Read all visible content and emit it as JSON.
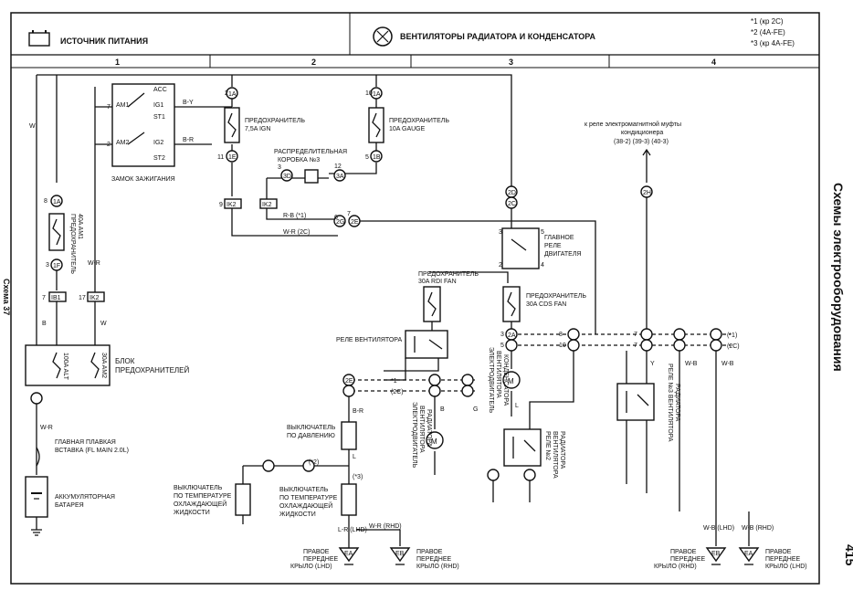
{
  "header": {
    "power_source": "ИСТОЧНИК ПИТАНИЯ",
    "title": "ВЕНТИЛЯТОРЫ РАДИАТОРА И КОНДЕНСАТОРА",
    "notes": [
      "*1 (кр 2C)",
      "*2 (4A-FE)",
      "*3 (кр 4A-FE)"
    ]
  },
  "columns": [
    "1",
    "2",
    "3",
    "4"
  ],
  "side": {
    "section": "Схемы электрооборудования",
    "scheme": "Схема 37",
    "page": "415"
  },
  "components": {
    "ignition_switch": "ЗАМОК ЗАЖИГАНИЯ",
    "ign_terminals": [
      "ACC",
      "IG1",
      "ST1",
      "IG2",
      "ST2",
      "AM1",
      "AM2"
    ],
    "fuse_ign": [
      "ПРЕДОХРАНИТЕЛЬ",
      "7,5A IGN"
    ],
    "fuse_gauge": [
      "ПРЕДОХРАНИТЕЛЬ",
      "10A GAUGE"
    ],
    "fuse_am1": [
      "ПРЕДОХРАНИТЕЛЬ",
      "40A AM1"
    ],
    "junction_box": [
      "РАСПРЕДЕЛИТЕЛЬНАЯ",
      "КОРОБКА №3"
    ],
    "fuse_block": [
      "БЛОК",
      "ПРЕДОХРАНИТЕЛЕЙ"
    ],
    "fuse_alt": "100A ALT",
    "fuse_am2": "30A AM2",
    "main_fuse": [
      "ГЛАВНАЯ ПЛАВКАЯ",
      "ВСТАВКА (FL MAIN 2.0L)"
    ],
    "battery": [
      "АККУМУЛЯТОРНАЯ",
      "БАТАРЕЯ"
    ],
    "main_relay": [
      "ГЛАВНОЕ",
      "РЕЛЕ",
      "ДВИГАТЕЛЯ"
    ],
    "fuse_rdi": [
      "ПРЕДОХРАНИТЕЛЬ",
      "30A RDI FAN"
    ],
    "fuse_cds": [
      "ПРЕДОХРАНИТЕЛЬ",
      "30A CDS FAN"
    ],
    "fan_relay": "РЕЛЕ ВЕНТИЛЯТОРА",
    "pressure_switch": [
      "ВЫКЛЮЧАТЕЛЬ",
      "ПО ДАВЛЕНИЮ"
    ],
    "temp_switch_1": [
      "ВЫКЛЮЧАТЕЛЬ",
      "ПО ТЕМПЕРАТУРЕ",
      "ОХЛАЖДАЮЩЕЙ",
      "ЖИДКОСТИ"
    ],
    "temp_switch_2": [
      "ВЫКЛЮЧАТЕЛЬ",
      "ПО ТЕМПЕРАТУРЕ",
      "ОХЛАЖДАЮЩЕЙ",
      "ЖИДКОСТИ"
    ],
    "fan_motor_radiator": [
      "ЭЛЕКТРОДВИГАТЕЛЬ",
      "ВЕНТИЛЯТОРА",
      "РАДИАТОРА"
    ],
    "fan_motor_condenser": [
      "ЭЛЕКТРОДВИГАТЕЛЬ",
      "ВЕНТИЛЯТОРА",
      "КОНДЕНСАТОРА"
    ],
    "relay_no2": [
      "РЕЛЕ №2",
      "ВЕНТИЛЯТОРА",
      "РАДИАТОРА"
    ],
    "relay_no3": [
      "РЕЛЕ №3 ВЕНТИЛЯТОРА",
      "РАДИАТОРА"
    ],
    "ac_clutch": [
      "к реле электромагнитной муфты",
      "кондиционера",
      "(38-2) (39-3) (40-3)"
    ]
  },
  "grounds": [
    {
      "code": "EA",
      "label": [
        "ПРАВОЕ",
        "ПЕРЕДНЕЕ",
        "КРЫЛО (LHD)"
      ]
    },
    {
      "code": "EB",
      "label": [
        "ПРАВОЕ",
        "ПЕРЕДНЕЕ",
        "КРЫЛО (RHD)"
      ]
    },
    {
      "code": "EB",
      "label": [
        "ПРАВОЕ",
        "ПЕРЕДНЕЕ",
        "КРЫЛО (RHD)"
      ]
    },
    {
      "code": "EA",
      "label": [
        "ПРАВОЕ",
        "ПЕРЕДНЕЕ",
        "КРЫЛО (LHD)"
      ]
    }
  ],
  "connectors": {
    "ign1": "1A",
    "ign2": "1A",
    "ign3": "1E",
    "ign4": "1B",
    "j3a": "3D",
    "j3b": "3A",
    "ik2a": "IK2",
    "ik2b": "IK2",
    "ib1": "IB1",
    "ik2c": "IK2",
    "c1a": "1A",
    "c1f": "1F",
    "c2g": "2G",
    "c2e": "2E",
    "c2d": "2D",
    "c2h": "2H",
    "c2c": "2C",
    "c2a": "2A",
    "c2e2": "2E",
    "c2e3": "2E"
  },
  "wires": {
    "b": "B",
    "w": "W",
    "b_y": "B-Y",
    "b_r": "B-R",
    "w_r": "W-R",
    "r_b": "R-B",
    "w_b": "W-B",
    "l": "L",
    "y": "Y",
    "g": "G",
    "l_r": "L-R",
    "r_b_note": "R-B (*1)",
    "w_r_note": "W-R (2C)",
    "w_r_rhd": "W-R (RHD)",
    "l_r_lhd": "L-R (LHD)",
    "w_b_lhd": "W-B (LHD)",
    "w_b_rhd": "W-B (RHD)"
  },
  "pins": [
    "1",
    "2",
    "3",
    "4",
    "5",
    "6",
    "7",
    "8",
    "9",
    "10",
    "11",
    "12",
    "17"
  ],
  "marks": [
    "(*1)",
    "(2C)",
    "(*3)",
    "(*2)",
    "*1",
    "(2C)"
  ]
}
